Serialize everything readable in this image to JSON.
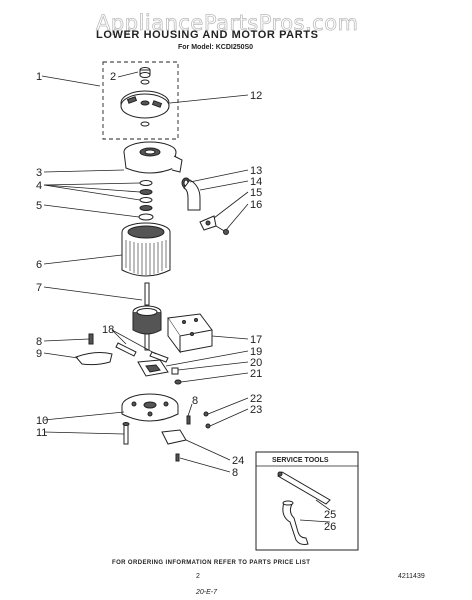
{
  "watermark": "AppliancePartsPros.com",
  "title": "LOWER HOUSING AND MOTOR PARTS",
  "model_line": "For Model: KCDI250S0",
  "callouts": [
    {
      "id": "c1",
      "text": "1"
    },
    {
      "id": "c2",
      "text": "2"
    },
    {
      "id": "c12",
      "text": "12"
    },
    {
      "id": "c3",
      "text": "3"
    },
    {
      "id": "c4",
      "text": "4"
    },
    {
      "id": "c13",
      "text": "13"
    },
    {
      "id": "c14",
      "text": "14"
    },
    {
      "id": "c15",
      "text": "15"
    },
    {
      "id": "c16",
      "text": "16"
    },
    {
      "id": "c5",
      "text": "5"
    },
    {
      "id": "c6",
      "text": "6"
    },
    {
      "id": "c7",
      "text": "7"
    },
    {
      "id": "c17",
      "text": "17"
    },
    {
      "id": "c18",
      "text": "18"
    },
    {
      "id": "c8a",
      "text": "8"
    },
    {
      "id": "c9",
      "text": "9"
    },
    {
      "id": "c19",
      "text": "19"
    },
    {
      "id": "c20",
      "text": "20"
    },
    {
      "id": "c21",
      "text": "21"
    },
    {
      "id": "c8b",
      "text": "8"
    },
    {
      "id": "c22",
      "text": "22"
    },
    {
      "id": "c23",
      "text": "23"
    },
    {
      "id": "c10",
      "text": "10"
    },
    {
      "id": "c11",
      "text": "11"
    },
    {
      "id": "c24",
      "text": "24"
    },
    {
      "id": "c8c",
      "text": "8"
    },
    {
      "id": "c25",
      "text": "25"
    },
    {
      "id": "c26",
      "text": "26"
    }
  ],
  "service_tools_title": "SERVICE TOOLS",
  "footer_note": "FOR ORDERING INFORMATION REFER TO PARTS PRICE LIST",
  "page_number": "2",
  "doc_number": "4211439",
  "revision_mark": "20-E-7"
}
